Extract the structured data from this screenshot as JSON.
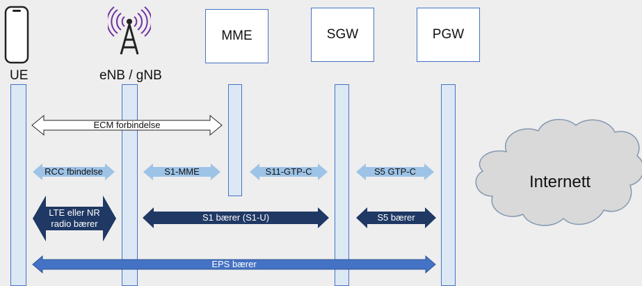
{
  "nodes": {
    "ue": "UE",
    "enb": "eNB / gNB",
    "mme": "MME",
    "sgw": "SGW",
    "pgw": "PGW"
  },
  "connections": {
    "ecm": "ECM forbindelse",
    "rcc": "RCC fbindelse",
    "s1_mme": "S1-MME",
    "s11": "S11-GTP-C",
    "s5_gtp": "S5 GTP-C",
    "radio_line1": "LTE eller NR",
    "radio_line2": "radio bærer",
    "s1_bearer": "S1 bærer (S1-U)",
    "s5_bearer": "S5 bærer",
    "eps": "EPS bærer"
  },
  "cloud": {
    "label": "Internett"
  },
  "colors": {
    "box_border": "#4472c4",
    "lifeline_fill": "#dde8f5",
    "signal_light": "#9dc3e6",
    "bearer_dark": "#1f3864",
    "eps_blue": "#4472c4",
    "tower": "#7030a0"
  }
}
